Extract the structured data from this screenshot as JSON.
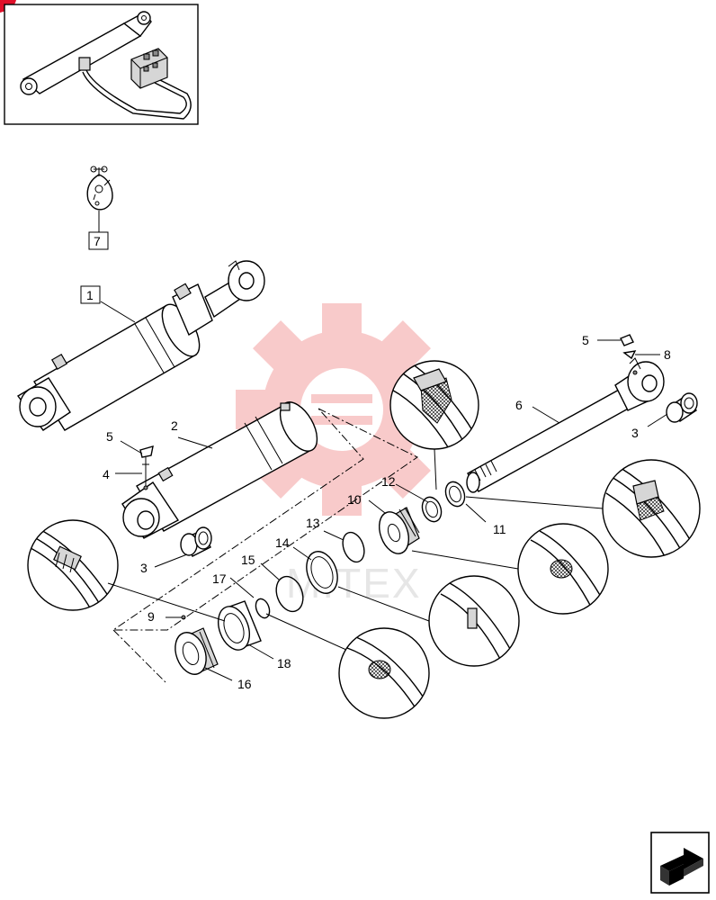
{
  "watermark": {
    "text": "MITEX",
    "color": "#f4a0a0"
  },
  "corner_badge_color": "#e0102a",
  "callouts": {
    "c1": "1",
    "c2": "2",
    "c3a": "3",
    "c3b": "3",
    "c4": "4",
    "c5a": "5",
    "c5b": "5",
    "c6": "6",
    "c7": "7",
    "c8": "8",
    "c9": "9",
    "c10": "10",
    "c11": "11",
    "c12": "12",
    "c13": "13",
    "c14": "14",
    "c15": "15",
    "c16": "16",
    "c17": "17",
    "c18": "18"
  },
  "nav": {
    "icon": "next-page-arrow-icon"
  }
}
